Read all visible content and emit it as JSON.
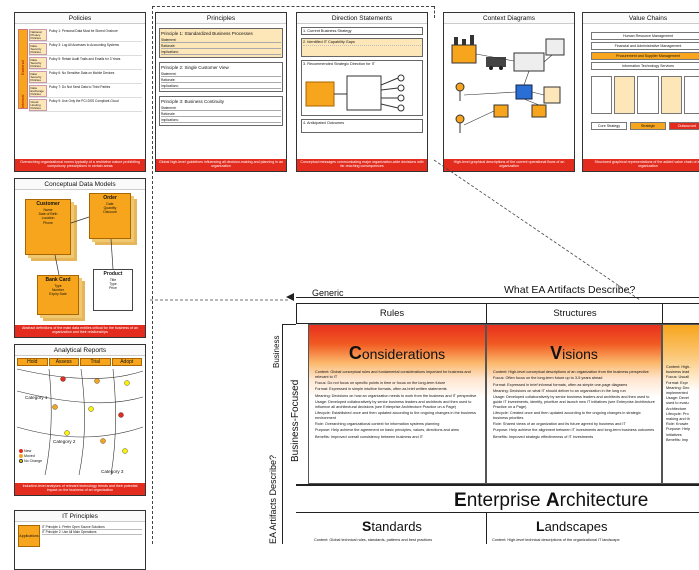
{
  "cards": {
    "policies": {
      "title": "Policies",
      "caption": "Overarching organizational norms typically of a restrictive nature prohibiting compulsory prescriptions in certain areas",
      "groups": [
        "External",
        "Internal"
      ],
      "rows": [
        {
          "label": "National Privacy Policies",
          "text": "Policy 1: Personal Data Must be Stored Onshore"
        },
        {
          "label": "Data Security Policies",
          "text": "Policy 3: Log All Accesses to Accounting Systems"
        },
        {
          "label": "Data Security Policies",
          "text": "Policy 5: Retain Audit Trails and Emails for 3 Years"
        },
        {
          "label": "Data Security Policies",
          "text": "Policy 6: No Sensitive Data on Mobile Devices"
        },
        {
          "label": "Data Exchange Policies",
          "text": "Policy 7: Do Not Send Data to Third Parties"
        },
        {
          "label": "Cloud Hosting Policies",
          "text": "Policy 9: Use Only the PCI-DSS Compliant Cloud"
        }
      ]
    },
    "principles": {
      "title": "Principles",
      "caption": "Global high-level guidelines influencing all decision-making and planning in an organization",
      "items": [
        "Principle 1: Standardized Business Processes",
        "Principle 2: Single Customer View",
        "Principle 3: Business Continuity"
      ],
      "fields": [
        "Statement:",
        "Rationale:",
        "Implications:"
      ]
    },
    "direction": {
      "title": "Direction Statements",
      "caption": "Conceptual messages communicating major organization-wide decisions with far-reaching consequences",
      "items": [
        "1. Current Business Strategy",
        "2. Identified IT Capability Gaps",
        "3. Recommended Strategic Direction for IT",
        "4. Anticipated Outcomes"
      ]
    },
    "context": {
      "title": "Context Diagrams",
      "caption": "High-level graphical descriptions of the current operational flows of an organization"
    },
    "value": {
      "title": "Value Chains",
      "caption": "Structured graphical representations of the added value chain of an organization",
      "rows": [
        "Human Resource Management",
        "Financial and Administrative Management",
        "Procurement and Supplier Management",
        "Information Technology Services"
      ],
      "bottom": [
        "Core Strategy",
        "Strategic",
        "Outsourced"
      ]
    },
    "cdm": {
      "title": "Conceptual Data Models",
      "caption": "Abstract definitions of the main data entities critical for the business of an organization and their relationships",
      "entities": [
        {
          "name": "Customer",
          "attrs": "Name\nDate of Birth\nLocation\nPhone"
        },
        {
          "name": "Order",
          "attrs": "Date\nQuantity\nDiscount"
        },
        {
          "name": "Bank Card",
          "attrs": "Type\nNumber\nExpiry Date"
        },
        {
          "name": "Product",
          "attrs": "Title\nType\nPrice"
        }
      ]
    },
    "analytical": {
      "title": "Analytical Reports",
      "caption": "Inductive-level analyses of relevant technology trends and their potential impact on the business of an organization",
      "cols": [
        "Hold",
        "Assess",
        "Trial",
        "Adopt"
      ],
      "categories": [
        "Category 1",
        "Category 2",
        "Category 3"
      ],
      "legend": [
        "New",
        "Moved",
        "No Change"
      ]
    },
    "itprinciples": {
      "title": "IT Principles",
      "label": "Applications",
      "rows": [
        "IT Principle 1: Prefer Open Source Solutions",
        "IT Principle 2: Use All Main Operations"
      ]
    }
  },
  "matrix": {
    "generic": "Generic",
    "what": "What EA Artifacts Describe?",
    "rules": "Rules",
    "structures": "Structures",
    "business": "Business",
    "business_focused": "Business-Focused",
    "describe_side": "EA Artifacts Describe?",
    "considerations": {
      "title_first": "C",
      "title_rest": "onsiderations",
      "content": "Content: Global conceptual rules and fundamental considerations important for business and relevant to IT",
      "focus": "Focus: Do not focus on specific points in time or focus on the long-term future",
      "format": "Format: Expressed in simple intuitive formats, often as brief written statements",
      "meaning": "Meaning: Decisions on how an organization needs to work from the business and IT perspective",
      "usage": "Usage: Developed collaboratively by senior business leaders and architects and then used to influence all architectural decisions (see Enterprise Architecture Practice on a Page)",
      "lifecycle": "Lifecycle: Established once and then updated according to the ongoing changes in the business environment",
      "role": "Role: Overarching organizational context for information systems planning",
      "purpose": "Purpose: Help achieve the agreement on basic principles, values, directions and aims",
      "benefits": "Benefits: Improved overall consistency between business and IT"
    },
    "visions": {
      "title_first": "V",
      "title_rest": "isions",
      "content": "Content: High-level conceptual descriptions of an organization from the business perspective",
      "focus": "Focus: Often focus on the long-term future up to 3-5 years ahead",
      "format": "Format: Expressed in brief informal formats, often as simple one-page diagrams",
      "meaning": "Meaning: Decisions on what IT should deliver to an organization in the long run",
      "usage": "Usage: Developed collaboratively by senior business leaders and architects and then used to guide IT investments, identify, prioritize and launch new IT initiatives (see Enterprise Architecture Practice on a Page)",
      "lifecycle": "Lifecycle: Created once and then updated according to the ongoing changes in strategic business priorities",
      "role": "Role: Shared views of an organization and its future agreed by business and IT",
      "purpose": "Purpose: Help achieve the alignment between IT investments and long-term business outcomes",
      "benefits": "Benefits: Improved strategic effectiveness of IT investments"
    },
    "right_partial": [
      "Content: High-",
      "business lead",
      "Focus: Usuall",
      "Format: Expr",
      "Meaning: Dec",
      "implemented",
      "Usage: Devel",
      "used to evalu",
      "Architecture",
      "Lifecycle: Pro",
      "making and th",
      "Role: Knowle",
      "Purpose: Help",
      "initiatives",
      "Benefits: Imp"
    ],
    "ea_title": [
      {
        "big": "E",
        "rest": "nterprise "
      },
      {
        "big": "A",
        "rest": "rchitecture"
      }
    ],
    "standards": {
      "first": "S",
      "rest": "tandards",
      "content": "Content: Global technical rules, standards, patterns and best practices"
    },
    "landscapes": {
      "first": "L",
      "rest": "andscapes",
      "content": "Content: High-level technical descriptions of the organizational IT landscape"
    }
  },
  "colors": {
    "red": "#e32b1e",
    "orange": "#f7a51c",
    "yellow": "#fff200"
  }
}
